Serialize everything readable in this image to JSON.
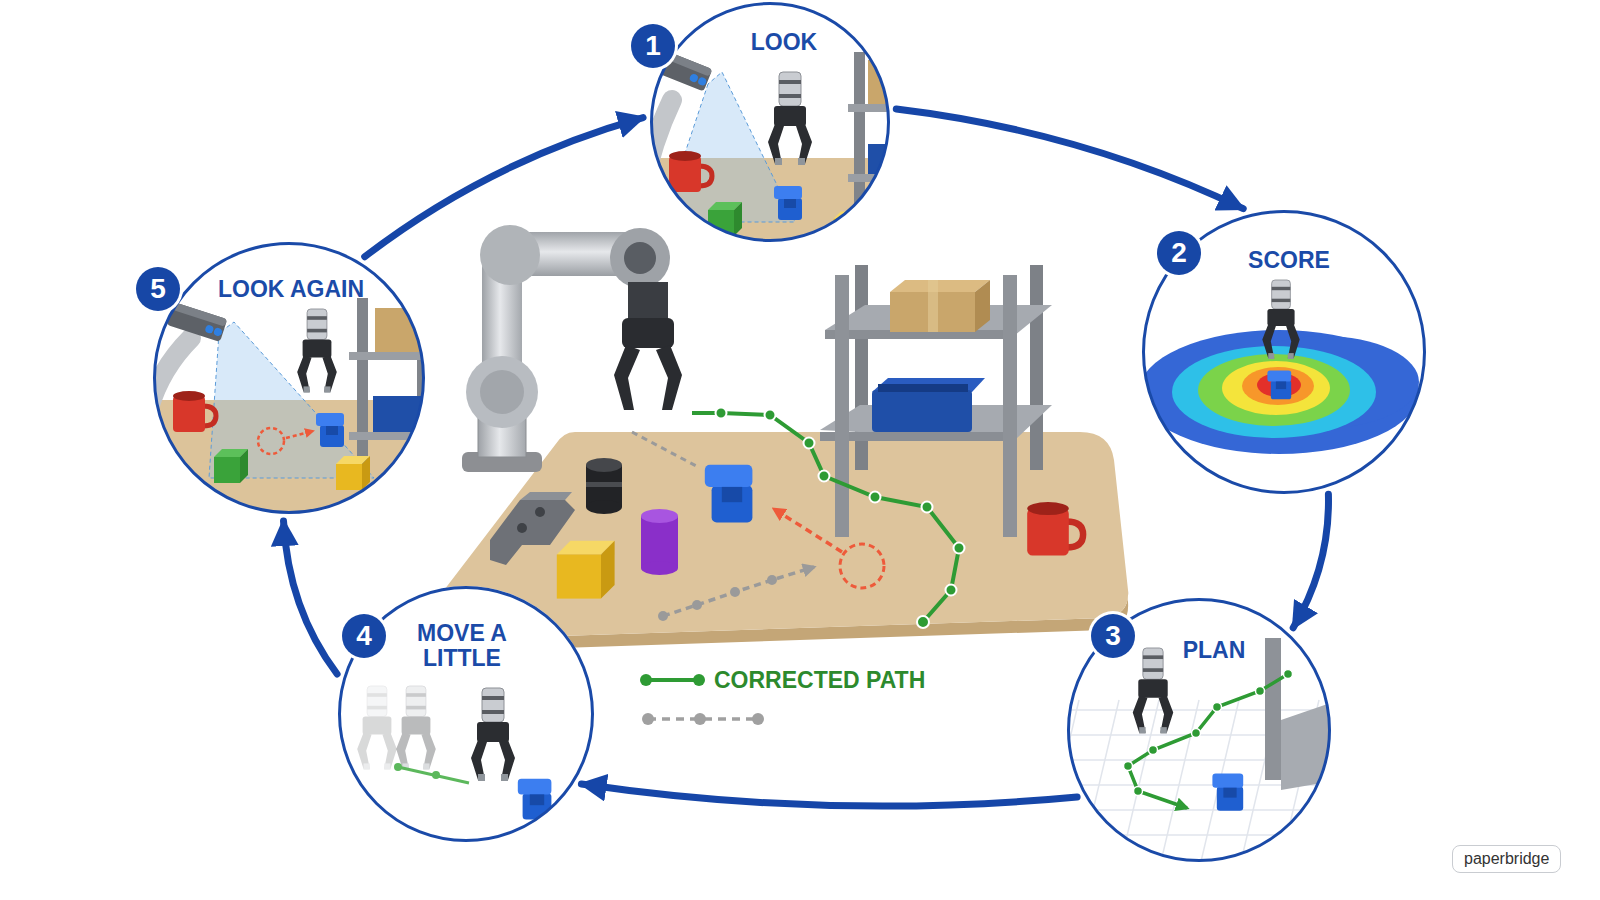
{
  "diagram": {
    "nodes": [
      {
        "text": [
          "1",
          "LOOK"
        ]
      },
      {
        "text": [
          "2",
          "SCORE"
        ]
      },
      {
        "text": [
          "3",
          "PLAN"
        ]
      },
      {
        "text": [
          "4",
          "MOVE A LITTLE"
        ]
      },
      {
        "text": [
          "5",
          "LOOK AGAIN"
        ]
      }
    ],
    "edges": [
      {
        "from": 0,
        "to": 1,
        "arrow": "to"
      },
      {
        "from": 1,
        "to": 2,
        "arrow": "to"
      },
      {
        "from": 2,
        "to": 3,
        "arrow": "to"
      },
      {
        "from": 3,
        "to": 4,
        "arrow": "to"
      },
      {
        "from": 4,
        "to": 0,
        "arrow": "to"
      }
    ],
    "labels": [
      "paperbridge"
    ],
    "legend": [
      {
        "text": "CORRECTED PATH"
      }
    ]
  }
}
